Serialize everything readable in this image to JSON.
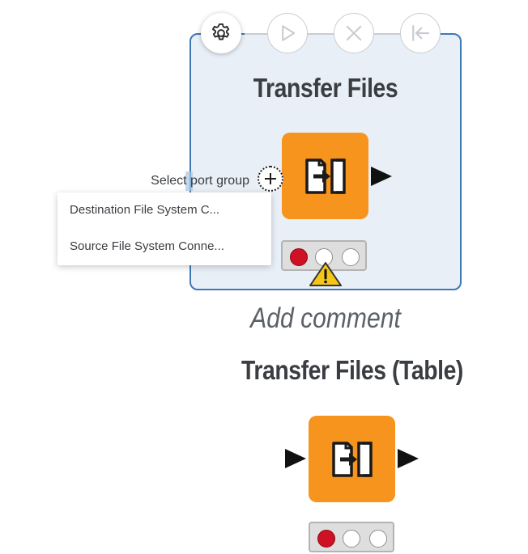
{
  "nodes": {
    "selected": {
      "title": "Transfer Files",
      "actions": [
        {
          "name": "settings",
          "icon": "gear-icon"
        },
        {
          "name": "execute",
          "icon": "play-icon"
        },
        {
          "name": "cancel",
          "icon": "close-icon"
        },
        {
          "name": "reset",
          "icon": "reset-icon"
        }
      ],
      "add_port_label": "Select port group",
      "status": {
        "lights": [
          "red",
          "empty",
          "empty"
        ],
        "warning": true
      },
      "comment_placeholder": "Add comment"
    },
    "second": {
      "title": "Transfer Files (Table)",
      "status": {
        "lights": [
          "red",
          "empty",
          "empty"
        ]
      }
    }
  },
  "port_group_menu": {
    "items": [
      {
        "label": "Destination File System C..."
      },
      {
        "label": "Source File System Conne..."
      }
    ]
  },
  "colors": {
    "node_orange": "#f7941d",
    "selection_blue": "#3e78b6",
    "selection_fill": "#e9eff6",
    "error_red": "#cf1124",
    "warning_yellow": "#f5c518"
  }
}
